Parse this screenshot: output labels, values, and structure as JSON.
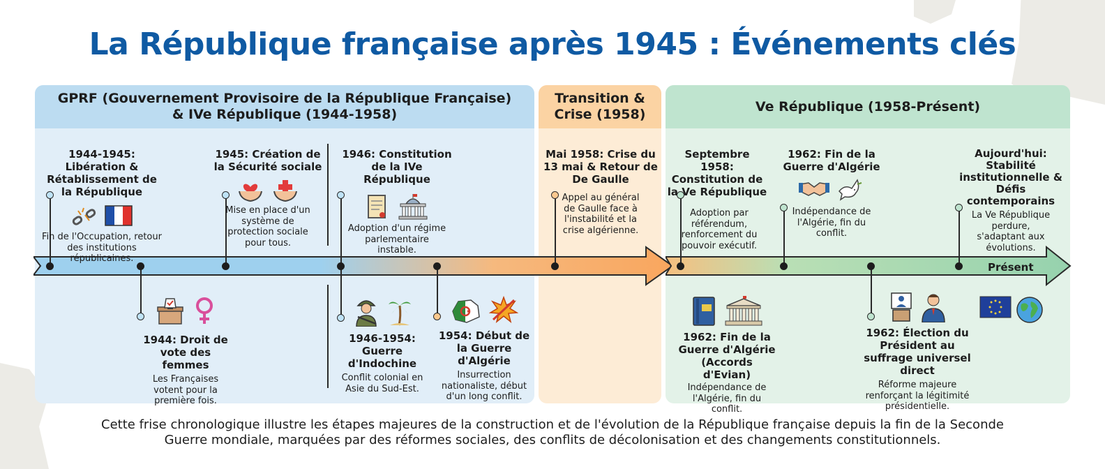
{
  "title": "La République française après 1945 : Événements clés",
  "periods": [
    {
      "label_l1": "GPRF (Gouvernement Provisoire de la République Française)",
      "label_l2": "& IVe République (1944-1958)"
    },
    {
      "label_l1": "Transition &",
      "label_l2": "Crise (1958)"
    },
    {
      "label_l1": "Ve République (1958-Présent)",
      "label_l2": ""
    }
  ],
  "events_top": [
    {
      "title": "1944-1945: Libération & Rétablissement de la République",
      "desc": "Fin de l'Occupation, retour des institutions républicaines.",
      "icons": [
        "broken-chain-icon",
        "french-flag-icon"
      ]
    },
    {
      "title": "1945: Création de la Sécurité sociale",
      "desc": "Mise en place d'un système de protection sociale pour tous.",
      "icons": [
        "hands-heart-icon",
        "hands-cross-icon"
      ]
    },
    {
      "title": "1946: Constitution de la IVe République",
      "desc": "Adoption d'un régime parlementaire instable.",
      "icons": [
        "scroll-icon",
        "parliament-icon"
      ]
    },
    {
      "title": "Mai 1958: Crise du 13 mai & Retour de De Gaulle",
      "desc": "Appel au général de Gaulle face à l'instabilité et la crise algérienne.",
      "icons": []
    },
    {
      "title": "Septembre 1958: Constitution de la Ve République",
      "desc": "Adoption par référendum, renforcement du pouvoir exécutif.",
      "icons": []
    },
    {
      "title": "1962: Fin de la Guerre d'Algérie",
      "desc": "Indépendance de l'Algérie, fin du conflit.",
      "icons": [
        "handshake-icon",
        "dove-icon"
      ]
    },
    {
      "title": "Aujourd'hui: Stabilité institutionnelle & Défis contemporains",
      "desc": "La Ve République perdure, s'adaptant aux évolutions.",
      "icons": []
    }
  ],
  "events_bottom": [
    {
      "title": "1944: Droit de vote des femmes",
      "desc": "Les Françaises votent pour la première fois.",
      "icons": [
        "ballot-box-icon",
        "female-symbol-icon"
      ]
    },
    {
      "title": "1946-1954: Guerre d'Indochine",
      "desc": "Conflit colonial en Asie du Sud-Est.",
      "icons": [
        "soldier-icon",
        "palm-tree-icon"
      ]
    },
    {
      "title": "1954: Début de la Guerre d'Algérie",
      "desc": "Insurrection nationaliste, début d'un long conflit.",
      "icons": [
        "algeria-flag-icon",
        "explosion-icon"
      ]
    },
    {
      "title": "1962: Fin de la Guerre d'Algérie (Accords d'Evian)",
      "desc": "Indépendance de l'Algérie, fin du conflit.",
      "icons": [
        "book-icon",
        "building-icon"
      ]
    },
    {
      "title": "1962: Élection du Président au suffrage universel direct",
      "desc": "Réforme majeure renforçant la légitimité présidentielle.",
      "icons": [
        "podium-icon",
        "president-icon"
      ]
    },
    {
      "title": "",
      "desc": "",
      "icons": [
        "eu-flag-icon",
        "globe-icon"
      ]
    }
  ],
  "present_label": "Présent",
  "caption": "Cette frise chronologique illustre les étapes majeures de la construction et de l'évolution de la République française depuis la fin de la Seconde Guerre mondiale, marquées par des réformes sociales, des conflits de décolonisation et des changements constitutionnels.",
  "colors": {
    "title": "#0f5aa3",
    "gprf": "#bcdcf1",
    "transition": "#fbd3a3",
    "fifth": "#bfe4cf"
  }
}
